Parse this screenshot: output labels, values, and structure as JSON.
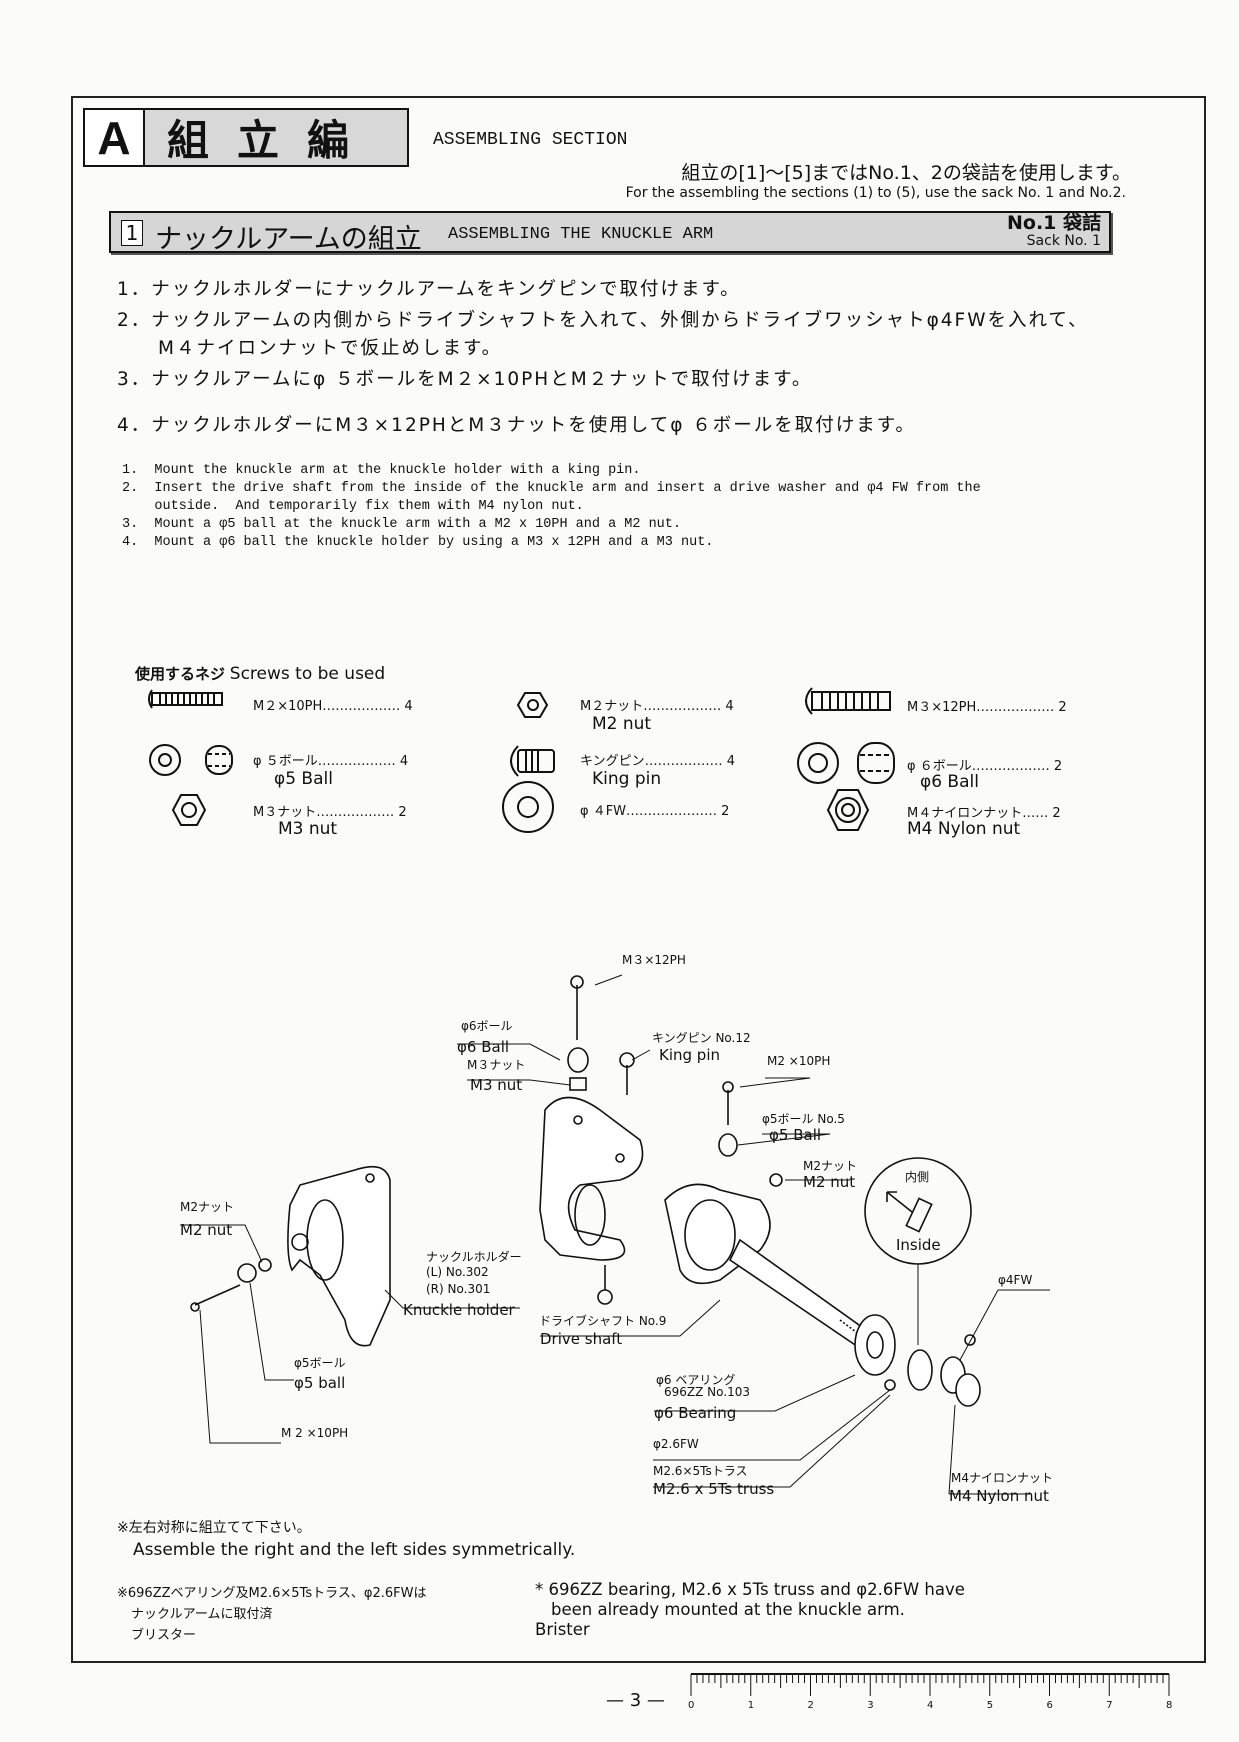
{
  "header": {
    "letter": "A",
    "title_jp": "組立編",
    "title_en": "ASSEMBLING SECTION",
    "note_jp": "組立の[1]～[5]まではNo.1、2の袋詰を使用します。",
    "note_en": "For the assembling the sections (1) to (5), use the sack No. 1 and No.2."
  },
  "section": {
    "number": "1",
    "title_jp": "ナックルアームの組立",
    "title_en": "ASSEMBLING THE KNUCKLE ARM",
    "sack_jp": "No.1 袋詰",
    "sack_en": "Sack No. 1"
  },
  "steps_jp": [
    "1．ナックルホルダーにナックルアームをキングピンで取付けます。",
    "2．ナックルアームの内側からドライブシャフトを入れて、外側からドライブワッシャトφ4FWを入れて、",
    "　　M４ナイロンナットで仮止めします。",
    "3．ナックルアームにφ ５ボールをM２×10PHとM２ナットで取付けます。",
    "4．ナックルホルダーにM３×12PHとM３ナットを使用してφ ６ボールを取付けます。"
  ],
  "steps_en": [
    "1.  Mount the knuckle arm at the knuckle holder with a king pin.",
    "2.  Insert the drive shaft from the inside of the knuckle arm and insert a drive washer and φ4 FW from the",
    "    outside.  And temporarily fix them with M4 nylon nut.",
    "3.  Mount a φ5 ball at the knuckle arm with a M2 x 10PH and a M2 nut.",
    "4.  Mount a φ6 ball the knuckle holder by using a M3 x 12PH and a M3 nut."
  ],
  "parts": {
    "heading_jp": "使用するネジ",
    "heading_en": "Screws to be used",
    "items": [
      {
        "jp": "M２×10PH……………… 4",
        "en": ""
      },
      {
        "jp": "M２ナット……………… 4",
        "en": "M2 nut"
      },
      {
        "jp": "M３×12PH……………… 2",
        "en": ""
      },
      {
        "jp": "φ ５ボール……………… 4",
        "en": "φ5 Ball"
      },
      {
        "jp": "キングピン……………… 4",
        "en": "King pin"
      },
      {
        "jp": "φ ６ボール……………… 2",
        "en": "φ6 Ball"
      },
      {
        "jp": "M３ナット……………… 2",
        "en": "M3 nut"
      },
      {
        "jp": "φ ４FW………………… 2",
        "en": ""
      },
      {
        "jp": "M４ナイロンナット…… 2",
        "en": "M4 Nylon nut"
      }
    ]
  },
  "diagram": {
    "m3x12ph": "M３×12PH",
    "ball6_jp": "φ6ボール",
    "ball6_en": "φ6 Ball",
    "m3nut_jp": "M３ナット",
    "m3nut_en": "M3 nut",
    "kingpin_jp": "キングピン No.12",
    "kingpin_en": "King pin",
    "m2x10ph": "M2 ×10PH",
    "ball5_jp": "φ5ボール No.5",
    "ball5_en": "φ5 Ball",
    "m2nut_jp": "M2ナット",
    "m2nut_en": "M2 nut",
    "inside_jp": "内側",
    "inside_en": "Inside",
    "l_m2nut_jp": "M2ナット",
    "l_m2nut_en": "M2 nut",
    "holder_jp": "ナックルホルダー",
    "holder_l": "(L) No.302",
    "holder_r": "(R) No.301",
    "holder_en": "Knuckle holder",
    "shaft_jp": "ドライブシャフト No.9",
    "shaft_en": "Drive shaft",
    "fw4": "φ4FW",
    "l_ball5_jp": "φ5ボール",
    "l_ball5_en": "φ5 ball",
    "bearing_jp": "φ6 ベアリング",
    "bearing_code": "696ZZ No.103",
    "bearing_en": "φ6 Bearing",
    "l_m2x10ph": "M 2 ×10PH",
    "fw26": "φ2.6FW",
    "truss_jp": "M2.6×5Tsトラス",
    "truss_en": "M2.6 x 5Ts truss",
    "nylon_jp": "M4ナイロンナット",
    "nylon_en": "M4 Nylon nut"
  },
  "notes": {
    "sym_jp": "※左右対称に組立てて下さい。",
    "sym_en": "Assemble the right and the left sides symmetrically.",
    "pre_jp1": "※696ZZベアリング及M2.6×5Tsトラス、φ2.6FWは",
    "pre_jp2": "ナックルアームに取付済",
    "pre_jp3": "ブリスター",
    "pre_en1": "* 696ZZ bearing, M2.6 x 5Ts truss and φ2.6FW have",
    "pre_en2": "been already mounted at the knuckle arm.",
    "pre_en3": "Brister"
  },
  "footer": {
    "page": "— 3 —",
    "ruler": [
      "0",
      "1",
      "2",
      "3",
      "4",
      "5",
      "6",
      "7",
      "8"
    ]
  }
}
